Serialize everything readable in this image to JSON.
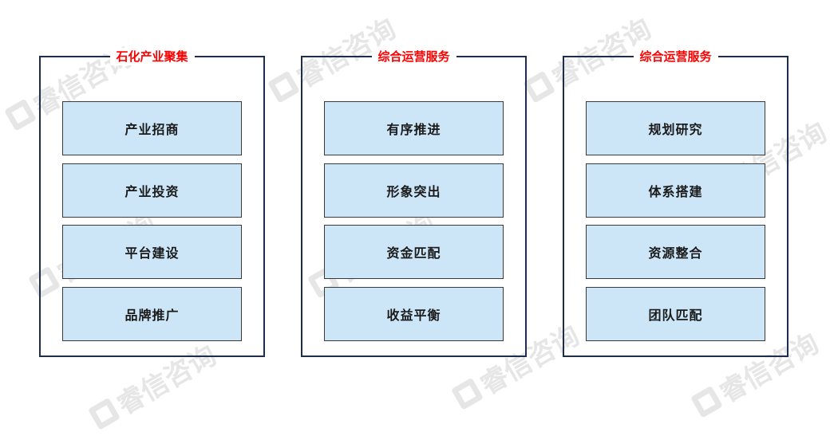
{
  "watermark": {
    "text": "睿信咨询"
  },
  "groups": [
    {
      "title": "石化产业聚集",
      "items": [
        "产业招商",
        "产业投资",
        "平台建设",
        "品牌推广"
      ]
    },
    {
      "title": "综合运营服务",
      "items": [
        "有序推进",
        "形象突出",
        "资金匹配",
        "收益平衡"
      ]
    },
    {
      "title": "综合运营服务",
      "items": [
        "规划研究",
        "体系搭建",
        "资源整合",
        "团队匹配"
      ]
    }
  ],
  "colors": {
    "border": "#1f2d4d",
    "title": "#ff0000",
    "box_fill": "#cce6f8",
    "watermark": "#e6e6e6"
  }
}
